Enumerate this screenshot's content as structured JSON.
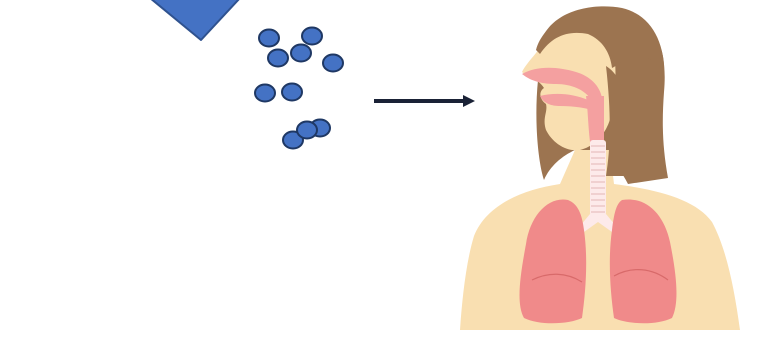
{
  "diagram": {
    "background": "#ffffff",
    "colors": {
      "arrow_down_fill": "#4472c4",
      "arrow_down_stroke": "#2f528f",
      "particle_fill": "#4472c4",
      "particle_stroke": "#1f3864",
      "flow_arrow": "#1a2236",
      "skin": "#f9dfb1",
      "hair": "#9c7450",
      "lungs": "#f08a8a",
      "airway": "#f4a0a0",
      "trachea": "#fdeaea"
    },
    "elements": {
      "down_arrow_icon": "down-arrow",
      "particles": "particle-cluster",
      "flow_arrow_icon": "right-arrow",
      "figure": "human-respiratory-system"
    },
    "particle_count": 10
  }
}
